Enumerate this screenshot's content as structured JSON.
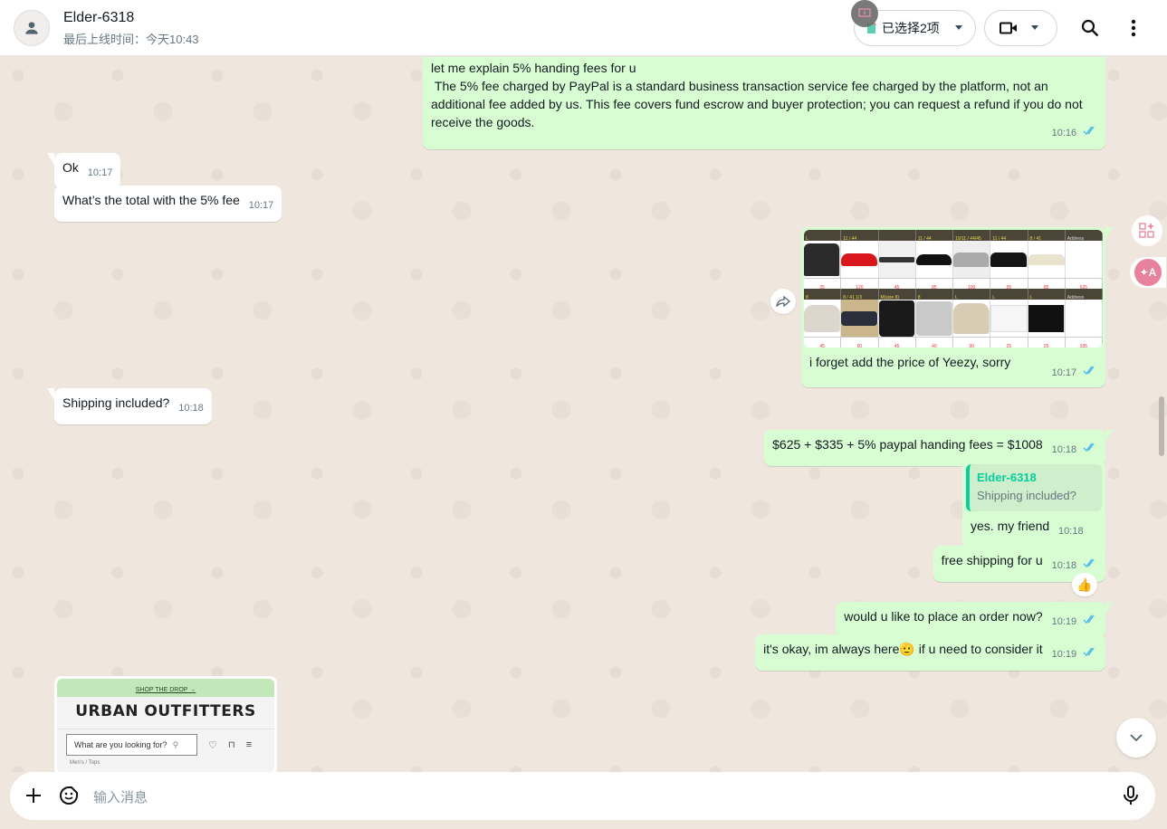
{
  "header": {
    "contact_name": "Elder-6318",
    "last_seen": "最后上线时间：今天10:43",
    "select_label": "已选择2项",
    "video_icon": "video-camera-icon",
    "search_icon": "search-icon",
    "menu_icon": "more-vertical-icon"
  },
  "messages": [
    {
      "id": "m1",
      "direction": "out",
      "lines": [
        "let me explain 5% handing fees for u",
        " The 5% fee charged by PayPal is a standard business transaction service fee charged by the platform, not an additional fee added by us. This fee covers fund escrow and buyer protection; you can request a refund if you do not receive the goods."
      ],
      "time": "10:16",
      "status": "read"
    },
    {
      "id": "m2",
      "direction": "in",
      "text": "Ok",
      "time": "10:17"
    },
    {
      "id": "m3",
      "direction": "in",
      "text": "What’s the total with the 5% fee",
      "time": "10:17"
    },
    {
      "id": "m4",
      "direction": "out",
      "type": "image",
      "caption": "i forget add the price of Yeezy, sorry",
      "time": "10:17",
      "status": "read",
      "image": {
        "row1_sizes": [
          "L",
          "11 / 44",
          "",
          "11 / 44",
          "10/11 / 44/45",
          "11 / 44",
          "8 / 41",
          "Address"
        ],
        "row1_totals": [
          "35",
          "120",
          "45",
          "85",
          "100",
          "95",
          "85",
          "625"
        ],
        "row2_sizes": [
          "8",
          "8 / 41 1/3",
          "M(size 8)",
          "8",
          "L",
          "L",
          "L",
          "Address"
        ],
        "row2_totals": [
          "45",
          "60",
          "45",
          "40",
          "90",
          "25",
          "25",
          "335"
        ]
      }
    },
    {
      "id": "m5",
      "direction": "in",
      "text": "Shipping included?",
      "time": "10:18"
    },
    {
      "id": "m6",
      "direction": "out",
      "text": "$625 + $335 + 5% paypal handing fees = $1008",
      "time": "10:18",
      "status": "read"
    },
    {
      "id": "m7",
      "direction": "out",
      "quote": {
        "author": "Elder-6318",
        "text": "Shipping included?"
      },
      "text": "yes. my friend",
      "time": "10:18",
      "status": "read"
    },
    {
      "id": "m8",
      "direction": "out",
      "text": "free shipping for u",
      "time": "10:18",
      "status": "read",
      "reaction": "👍"
    },
    {
      "id": "m9",
      "direction": "out",
      "text": "would u like to place an order now?",
      "time": "10:19",
      "status": "read"
    },
    {
      "id": "m10",
      "direction": "out",
      "text_before": "it's okay, im always here",
      "emoji": "🫡",
      "text_after": " if u need to consider it",
      "time": "10:19",
      "status": "read"
    },
    {
      "id": "m11",
      "direction": "in",
      "type": "image",
      "image": {
        "banner": "SHOP THE DROP →",
        "brand": "URBAN OUTFITTERS",
        "search_placeholder": "What are you looking for?",
        "breadcrumb": "Men's / Tops"
      }
    }
  ],
  "composer": {
    "placeholder": "输入消息",
    "attach_icon": "plus-icon",
    "sticker_icon": "sticker-icon",
    "mic_icon": "microphone-icon"
  },
  "colors": {
    "outgoing_bubble": "#d9fdd3",
    "incoming_bubble": "#ffffff",
    "chat_background": "#efe7de",
    "read_ticks": "#53bdeb",
    "quote_accent": "#06cf9c",
    "side_fab_pink": "#e8819c"
  }
}
